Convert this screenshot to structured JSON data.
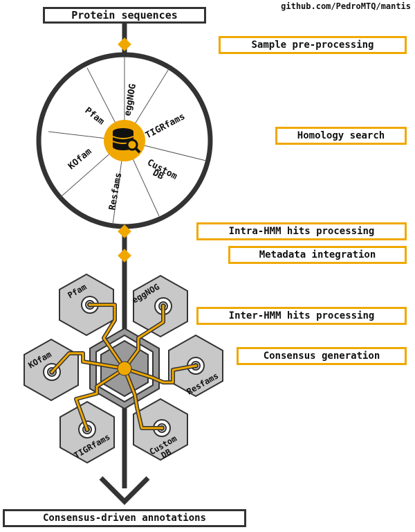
{
  "repo_url": "github.com/PedroMTQ/mantis",
  "input_label": "Protein sequences",
  "output_label": "Consensus-driven annotations",
  "steps": {
    "preprocessing": "Sample pre-processing",
    "homology": "Homology search",
    "intra": "Intra-HMM hits processing",
    "metadata": "Metadata integration",
    "inter": "Inter-HMM hits processing",
    "consensus": "Consensus generation"
  },
  "wheel_databases": {
    "pfam": "Pfam",
    "eggnog": "eggNOG",
    "tigrfams": "TIGRfams",
    "custom_1": "Custom",
    "custom_2": "DB",
    "resfams": "Resfams",
    "kofam": "KOfam"
  },
  "hex_databases": {
    "pfam": "Pfam",
    "eggnog": "eggNOG",
    "kofam": "KOfam",
    "resfams": "Resfams",
    "tigrfams": "TIGRfams",
    "custom_1": "Custom",
    "custom_2": "DB"
  },
  "colors": {
    "accent": "#f0a800",
    "line": "#333333",
    "hex_fill": "#c8c8c8",
    "center_hex_fill": "#9a9a9a"
  },
  "icons": {
    "database": "database-search-icon",
    "arrow": "chevron-down-icon"
  }
}
